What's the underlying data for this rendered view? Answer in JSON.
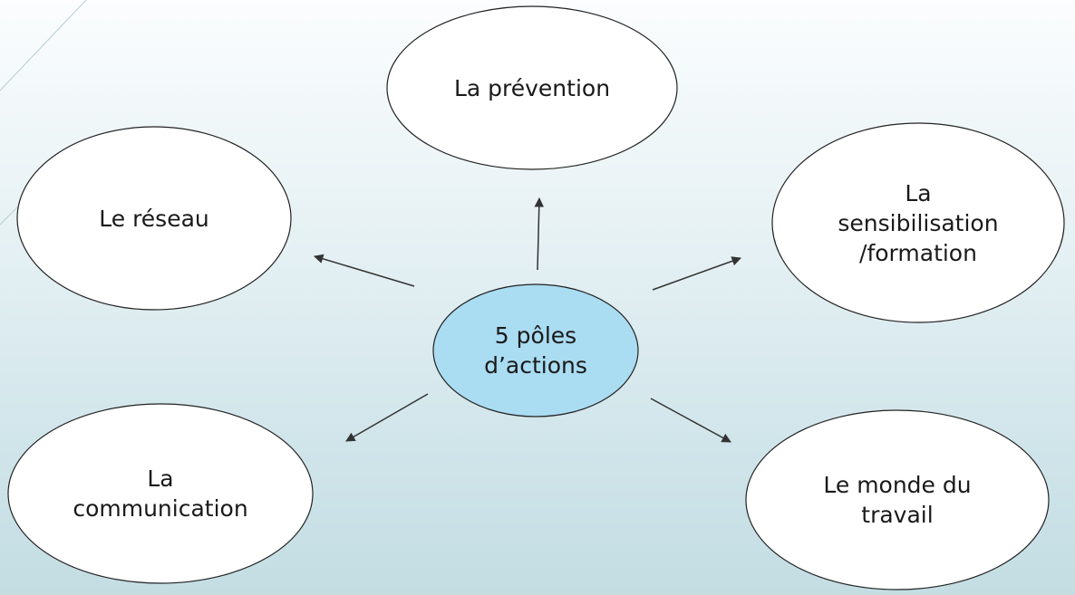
{
  "diagram": {
    "center": {
      "label": "5 pôles\nd’actions",
      "color": "#aadcf2"
    },
    "nodes": [
      {
        "id": "prevention",
        "label": "La prévention"
      },
      {
        "id": "reseau",
        "label": "Le réseau"
      },
      {
        "id": "sensibilisation",
        "label": "La\nsensibilisation\n/formation"
      },
      {
        "id": "communication",
        "label": "La\ncommunication"
      },
      {
        "id": "monde-travail",
        "label": "Le monde du\ntravail"
      }
    ],
    "edges": [
      {
        "from": "center",
        "to": "prevention"
      },
      {
        "from": "center",
        "to": "reseau"
      },
      {
        "from": "center",
        "to": "sensibilisation"
      },
      {
        "from": "center",
        "to": "communication"
      },
      {
        "from": "center",
        "to": "monde-travail"
      }
    ]
  }
}
